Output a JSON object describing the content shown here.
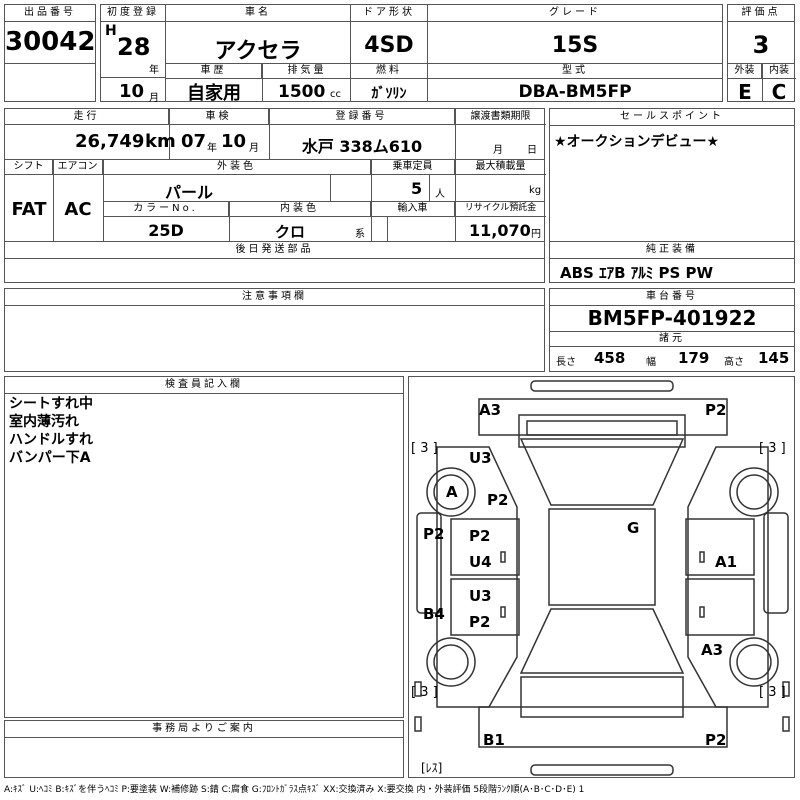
{
  "lot": {
    "label": "出品番号",
    "value": "30042"
  },
  "first_reg": {
    "label": "初度登録",
    "era": "H",
    "year": "28",
    "year_unit": "年",
    "month": "10",
    "month_unit": "月"
  },
  "car_name": {
    "label": "車名",
    "value": "アクセラ"
  },
  "door": {
    "label": "ドア形状",
    "value": "4SD"
  },
  "grade": {
    "label": "グレード",
    "value": "15S"
  },
  "score": {
    "label": "評価点",
    "value": "3"
  },
  "history": {
    "label": "車歴",
    "value": "自家用"
  },
  "displacement": {
    "label": "排気量",
    "value": "1500",
    "unit": "cc"
  },
  "fuel": {
    "label": "燃料",
    "value": "ｶﾞｿﾘﾝ"
  },
  "model": {
    "label": "型式",
    "value": "DBA-BM5FP"
  },
  "ext_grade": {
    "label": "外装",
    "value": "E"
  },
  "int_grade": {
    "label": "内装",
    "value": "C"
  },
  "mileage": {
    "label": "走行",
    "value": "26,749",
    "unit": "km"
  },
  "inspection": {
    "label": "車検",
    "year": "07",
    "year_unit": "年",
    "month": "10",
    "month_unit": "月"
  },
  "plate": {
    "label": "登録番号",
    "value": "水戸 338ム610"
  },
  "transfer": {
    "label": "譲渡書類期限",
    "month_unit": "月",
    "day_unit": "日"
  },
  "sales_point": {
    "label": "セールスポイント",
    "value": "★オークションデビュー★"
  },
  "shift": {
    "label": "シフト",
    "value": "FAT"
  },
  "aircon": {
    "label": "エアコン",
    "value": "AC"
  },
  "ext_color": {
    "label": "外装色",
    "value": "パール"
  },
  "capacity": {
    "label": "乗車定員",
    "value": "5",
    "unit": "人"
  },
  "max_load": {
    "label": "最大積載量",
    "unit": "kg"
  },
  "color_no": {
    "label": "カラーNo.",
    "value": "25D"
  },
  "int_color": {
    "label": "内装色",
    "value": "クロ",
    "unit": "系"
  },
  "import": {
    "label": "輸入車"
  },
  "recycle": {
    "label": "リサイクル預託金",
    "value": "11,070",
    "unit": "円"
  },
  "later_parts": {
    "label": "後日発送部品"
  },
  "genuine": {
    "label": "純正装備",
    "value": "ABS ｴｱB ｱﾙﾐ PS PW"
  },
  "caution": {
    "label": "注意事項欄"
  },
  "chassis": {
    "label": "車台番号",
    "value": "BM5FP-401922"
  },
  "dims": {
    "label": "諸元",
    "len_label": "長さ",
    "len": "458",
    "wid_label": "幅",
    "wid": "179",
    "hei_label": "高さ",
    "hei": "145"
  },
  "inspector": {
    "label": "検査員記入欄",
    "lines": [
      "シートすれ中",
      "室内薄汚れ",
      "ハンドルすれ",
      "バンパー下A"
    ]
  },
  "office": {
    "label": "事務局よりご案内"
  },
  "diagram": {
    "A3": "A3",
    "P2_tr": "P2",
    "bracket_l": "[ 3 ]",
    "bracket_r": "[ 3 ]",
    "U3_a": "U3",
    "A_circle": "A",
    "P2_fl": "P2",
    "G": "G",
    "P2_l": "P2",
    "P2_in": "P2",
    "U4": "U4",
    "A1": "A1",
    "U3_b": "U3",
    "B4": "B4",
    "P2_in2": "P2",
    "A3_r": "A3",
    "bracket_bl": "[ 3 ]",
    "bracket_br": "[ 3 ]",
    "B1": "B1",
    "P2_br": "P2",
    "res": "[ﾚｽ]"
  },
  "legend": "A:ｷｽﾞ U:ﾍｺﾐ B:ｷｽﾞを伴うﾍｺﾐ P:要塗装 W:補修跡 S:錆 C:腐食 G:ﾌﾛﾝﾄｶﾞﾗｽ点ｷｽﾞ XX:交換済み X:要交換 内・外装評価 5段階ﾗﾝｸ順(A･B･C･D･E) 1"
}
